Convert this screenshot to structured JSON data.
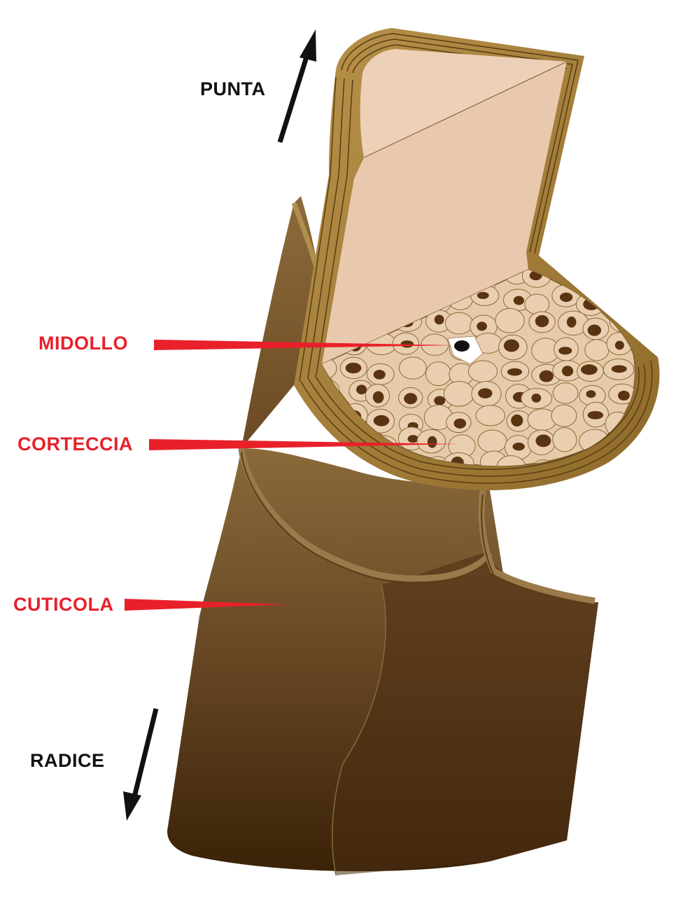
{
  "labels": {
    "punta": "PUNTA",
    "midollo": "MIDOLLO",
    "corteccia": "CORTECCIA",
    "cuticola": "CUTICOLA",
    "radice": "RADICE"
  },
  "colors": {
    "label_red": "#e8202a",
    "label_black": "#111111",
    "cuticle_light": "#7a5a32",
    "cuticle_dark": "#3a2208",
    "cortex_gold": "#a88238",
    "cortex_tan": "#e9c9ae",
    "cell_fill": "#e7cba9",
    "cell_nucleus": "#5a3410",
    "arrow": "#111111"
  },
  "icons": {
    "up_arrow": "arrow-up-icon",
    "down_arrow": "arrow-down-icon"
  }
}
